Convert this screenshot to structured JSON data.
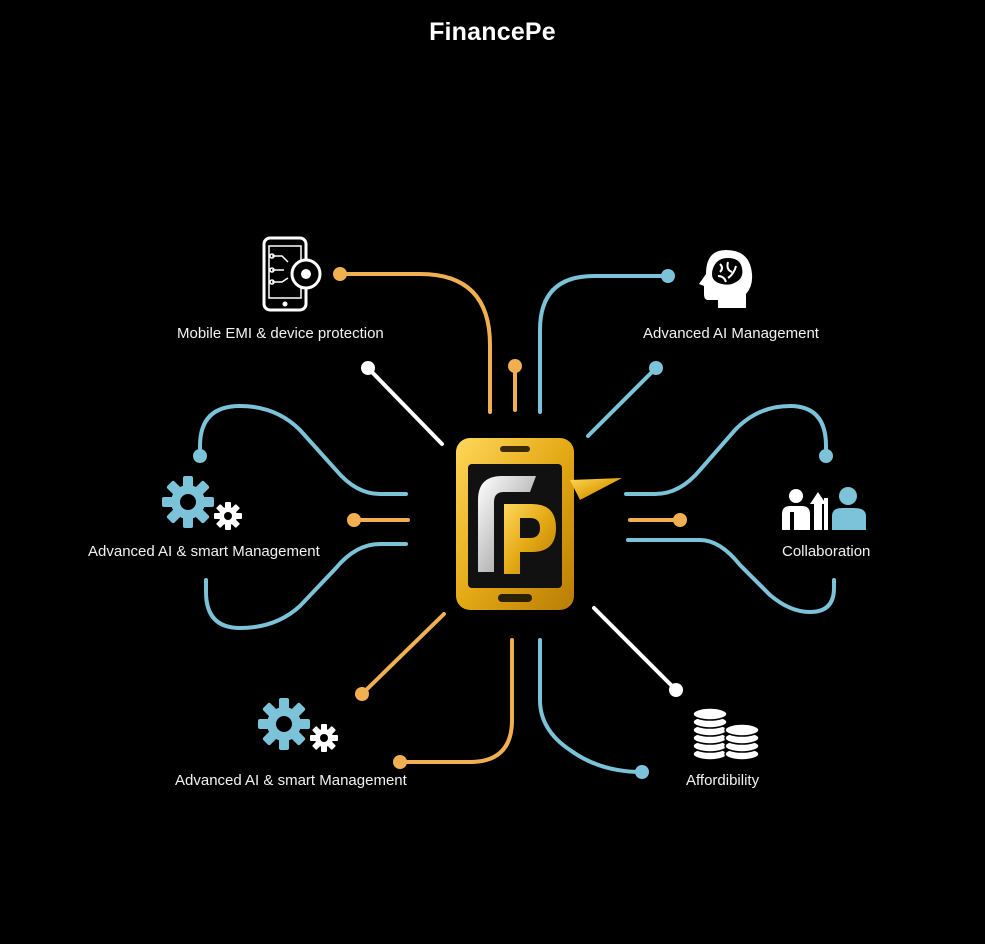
{
  "brand": {
    "name": "FinancePe",
    "logo_letter": "P"
  },
  "colors": {
    "background": "#000000",
    "orange": "#f0b052",
    "blue": "#7cc3d9",
    "white": "#ffffff",
    "gold": "#e8b320"
  },
  "features": [
    {
      "label": "Mobile EMI & device protection",
      "icon": "mobile-circuit-icon"
    },
    {
      "label": "Advanced AI Management",
      "icon": "brain-head-icon"
    },
    {
      "label": "Advanced AI & smart Management",
      "icon": "gears-icon"
    },
    {
      "label": "Collaboration",
      "icon": "team-growth-icon"
    },
    {
      "label": "Advanced AI & smart Management",
      "icon": "gears-icon"
    },
    {
      "label": "Affordibility",
      "icon": "coin-stacks-icon"
    }
  ]
}
